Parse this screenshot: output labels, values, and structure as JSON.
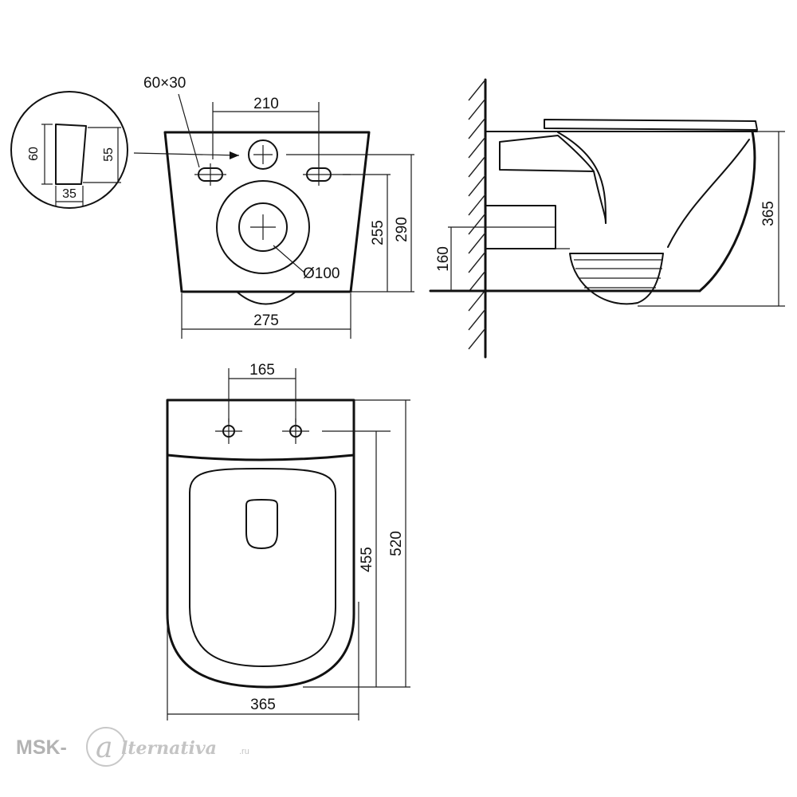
{
  "front_view": {
    "outlet_size": "60×30",
    "bolt_spacing": "210",
    "height_outer": "290",
    "height_inner": "255",
    "outlet_diameter": "Ø100",
    "base_width": "275"
  },
  "detail_view": {
    "height_outer": "60",
    "height_inner": "55",
    "width": "35"
  },
  "side_view": {
    "height": "365",
    "floor_height": "160"
  },
  "top_view": {
    "bolt_spacing": "165",
    "inner_length": "455",
    "length": "520",
    "width": "365"
  },
  "watermark": {
    "brand_prefix": "MSK-",
    "brand_suffix": "lternativa",
    "domain": ".ru"
  }
}
